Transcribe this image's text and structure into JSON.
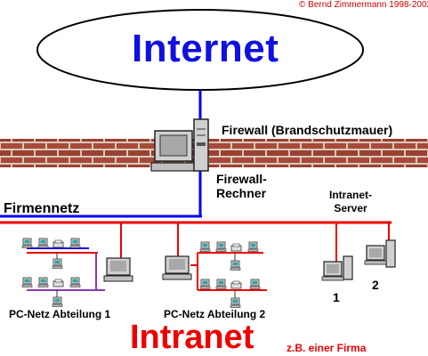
{
  "copyright": "© Bernd Zimmermann 1998-2002",
  "internet_label": "Internet",
  "firewall_label": "Firewall (Brandschutzmauer)",
  "firewall_computer": {
    "line1": "Firewall-",
    "line2": "Rechner"
  },
  "company_network_label": "Firmennetz",
  "intranet_server": {
    "line1": "Intranet-",
    "line2": "Server"
  },
  "server_numbers": [
    "1",
    "2"
  ],
  "department_labels": [
    "PC-Netz Abteilung 1",
    "PC-Netz Abteilung 2"
  ],
  "intranet_label": "Intranet",
  "intranet_caption": "z.B. einer Firma",
  "colors": {
    "internet_text": "#1010e0",
    "intranet_text": "#ee0000",
    "external_line": "#0000ee",
    "internal_line": "#ee0000",
    "brick": "#a84a3a",
    "mortar": "#d8c8bc"
  },
  "icons": [
    "internet-cloud-ellipse",
    "brick-wall",
    "computer-icon",
    "server-tower-icon",
    "printer-icon",
    "workstation-icon"
  ]
}
